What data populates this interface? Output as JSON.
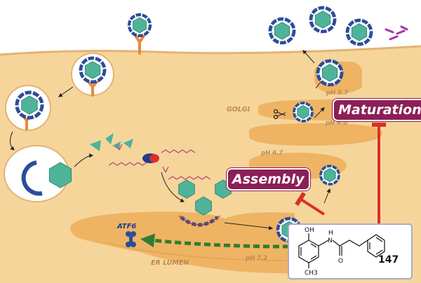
{
  "labels": {
    "golgi": "GOLGI",
    "er_lumen": "ER LUMEN",
    "atf6": "ATF6",
    "ph_57": "pH 5.7",
    "ph_60": "pH 6.0",
    "ph_67": "pH 6.7",
    "ph_72": "pH 7.2"
  },
  "stages": {
    "maturation": "Maturation",
    "assembly": "Assembly"
  },
  "compound": {
    "number": "147",
    "atoms": [
      "OH",
      "H",
      "N",
      "O",
      "CH3"
    ]
  },
  "colors": {
    "cytoplasm": "#f6d59b",
    "organelle": "#eeb463",
    "capsid": "#4fb39a",
    "envelope_protein": "#2b4d9a",
    "receptor": "#e58a3c",
    "stage_label": "#8c1f56",
    "inhibition": "#d9302b",
    "signal_arrow": "#2e7d32"
  }
}
